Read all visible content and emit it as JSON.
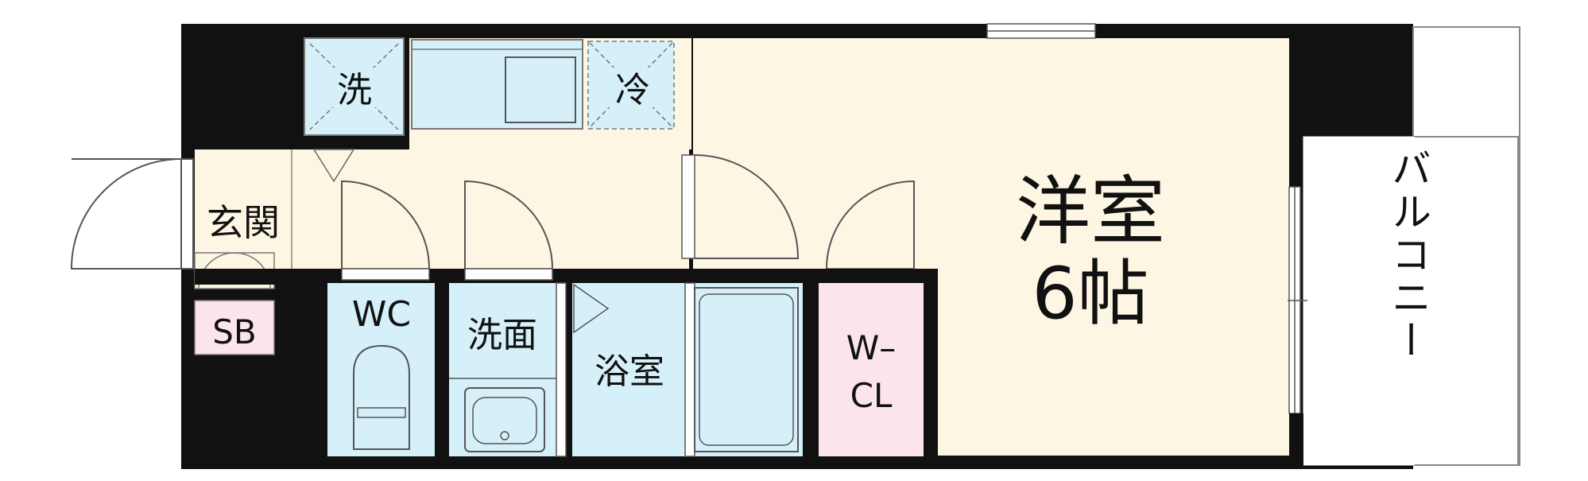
{
  "rooms": {
    "washer": "洗",
    "fridge": "冷",
    "entrance": "玄関",
    "shoe_box": "SB",
    "toilet": "WC",
    "washroom": "洗面",
    "bathroom": "浴室",
    "closet_line1": "W–",
    "closet_line2": "CL",
    "main_room": "洋室",
    "main_room_size": "6帖",
    "balcony": "バルコニー"
  },
  "colors": {
    "wall": "#111111",
    "wet_area": "#d6f0fa",
    "floor": "#fdf6e3",
    "closet": "#fce4ef",
    "shoe_box": "#fce4ef",
    "line": "#555555"
  }
}
